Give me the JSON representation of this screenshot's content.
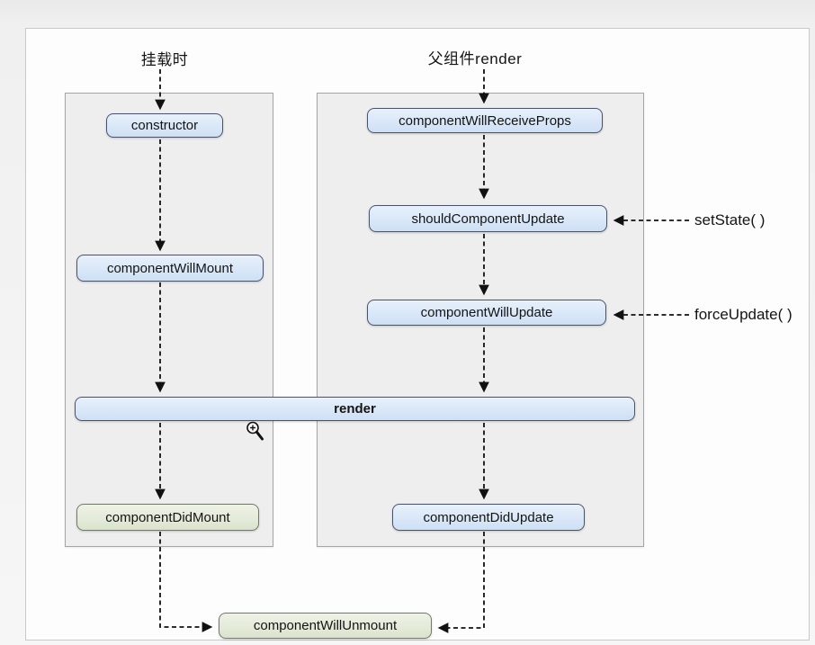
{
  "page": {
    "heading_mount": "挂载时",
    "heading_parent_render": "父组件render"
  },
  "nodes": {
    "constructor": "constructor",
    "component_will_mount": "componentWillMount",
    "render": "render",
    "component_did_mount": "componentDidMount",
    "component_will_receive_props": "componentWillReceiveProps",
    "should_component_update": "shouldComponentUpdate",
    "component_will_update": "componentWillUpdate",
    "component_did_update": "componentDidUpdate",
    "component_will_unmount": "componentWillUnmount"
  },
  "annotations": {
    "set_state": "setState( )",
    "force_update": "forceUpdate( )"
  },
  "icons": {
    "zoom_cursor": "zoom-in-magnifier-cursor"
  },
  "colors": {
    "page_background": "#f0f0f0",
    "canvas_fill": "#fdfdfd",
    "canvas_border": "#c9c9c9",
    "panel_fill": "#eeeeee",
    "panel_border": "#a5a5a5",
    "node_blue_fill": "#d9e7f8",
    "node_blue_border": "#49536b",
    "node_green_fill": "#e4ebda",
    "node_green_border": "#6f7a67",
    "arrow_color": "#111111",
    "text_color": "#141414"
  }
}
